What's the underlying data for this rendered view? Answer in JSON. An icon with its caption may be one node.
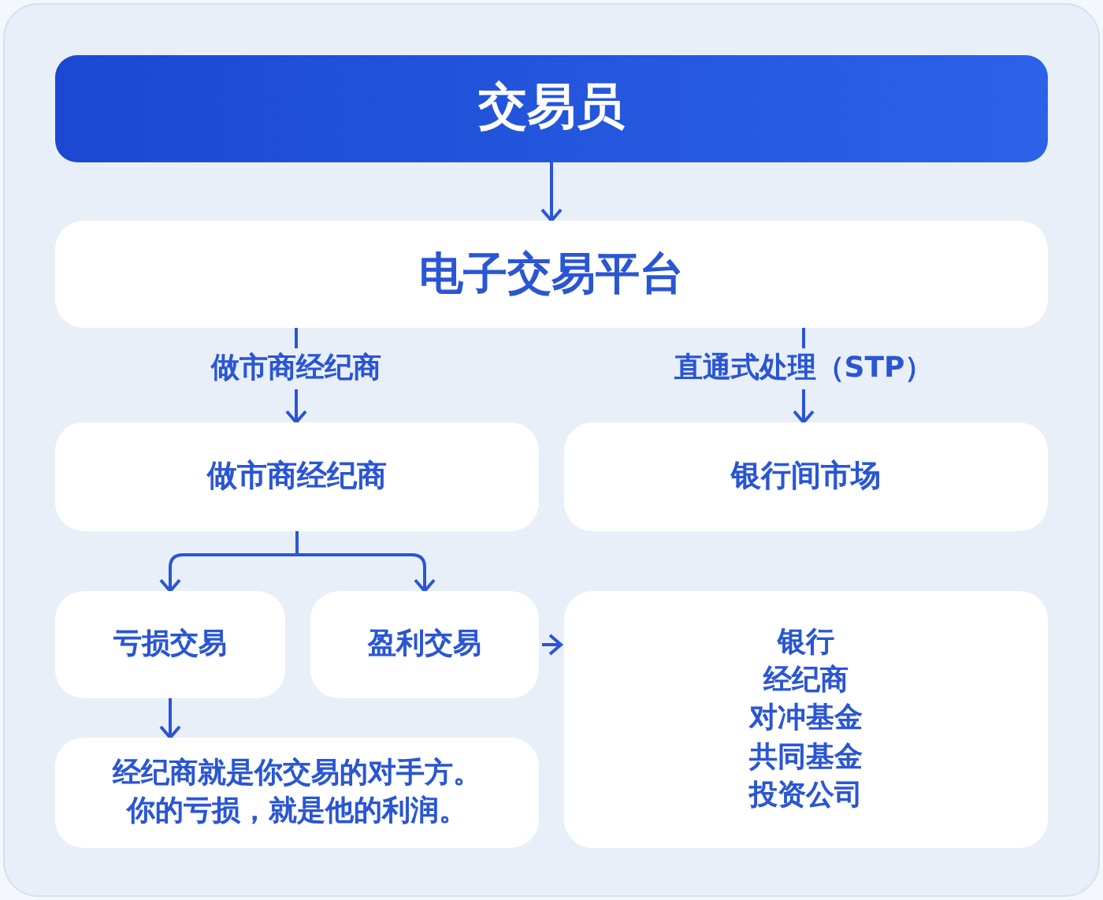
{
  "diagram": {
    "nodes": [
      {
        "text": [
          "交易员"
        ]
      },
      {
        "text": [
          "电子交易平台"
        ]
      },
      {
        "text": [
          "做市商经纪商"
        ]
      },
      {
        "text": [
          "直通式处理（STP）"
        ]
      },
      {
        "text": [
          "做市商经纪商"
        ]
      },
      {
        "text": [
          "银行间市场"
        ]
      },
      {
        "text": [
          "亏损交易"
        ]
      },
      {
        "text": [
          "盈利交易"
        ]
      },
      {
        "text": [
          "经纪商就是你交易的对手方。你的亏损，就是他的利润。"
        ]
      },
      {
        "text": [
          "银行",
          "经纪商",
          "对冲基金",
          "共同基金",
          "投资公司"
        ]
      }
    ],
    "edges": [
      {
        "from": 0,
        "to": 1,
        "arrow": "to"
      },
      {
        "from": 1,
        "to": 2,
        "arrow": "none"
      },
      {
        "from": 2,
        "to": 4,
        "arrow": "to"
      },
      {
        "from": 1,
        "to": 3,
        "arrow": "none"
      },
      {
        "from": 3,
        "to": 5,
        "arrow": "to"
      },
      {
        "from": 4,
        "to": 6,
        "arrow": "to"
      },
      {
        "from": 4,
        "to": 7,
        "arrow": "to"
      },
      {
        "from": 6,
        "to": 8,
        "arrow": "to"
      },
      {
        "from": 7,
        "to": 9,
        "arrow": "to"
      }
    ]
  }
}
